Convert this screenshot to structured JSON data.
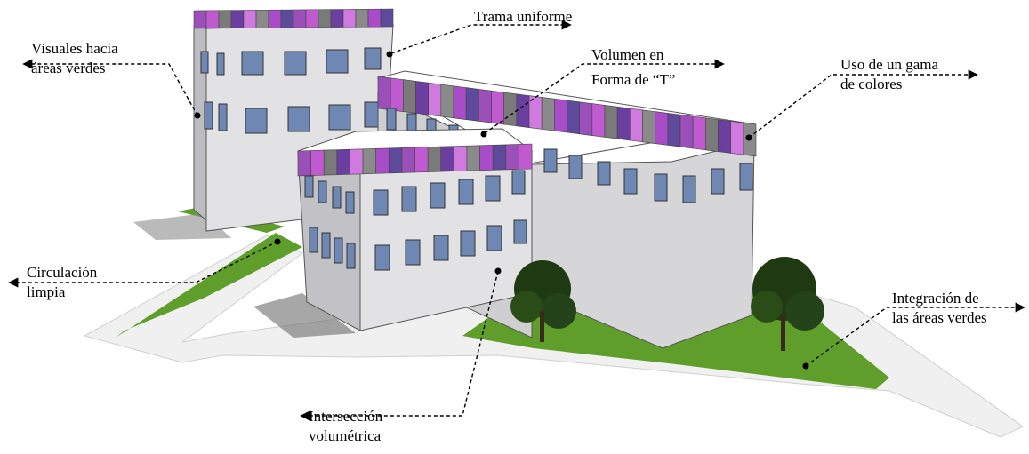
{
  "annotations": {
    "trama": {
      "lines": [
        "Trama uniforme"
      ]
    },
    "visuales": {
      "lines": [
        "Visuales hacia",
        "áreas verdes"
      ]
    },
    "volumen": {
      "lines": [
        "Volumen en",
        "Forma de “T”"
      ]
    },
    "uso": {
      "lines": [
        "Uso de un gama",
        "de colores"
      ]
    },
    "circulacion": {
      "lines": [
        "Circulación",
        "limpia"
      ]
    },
    "integracion": {
      "lines": [
        "Integración de",
        "las áreas verdes"
      ]
    },
    "interseccion": {
      "lines": [
        "Intersección",
        "volumétrica"
      ]
    }
  },
  "palette": {
    "grass": "#5f9e2a",
    "grass_dark": "#4a7f20",
    "path": "#f0f0f0",
    "wall_light": "#e2e2e4",
    "wall_mid": "#cfcfd2",
    "wall_dark": "#bdbdc1",
    "window": "#6f87b3",
    "band_colors": [
      "#9b4fb8",
      "#c05ad0",
      "#7a7a7a",
      "#6a3fa0",
      "#d07ae0",
      "#8a8a8a",
      "#a94cc7",
      "#5e4a9a"
    ],
    "tree": "#1f3a12"
  }
}
